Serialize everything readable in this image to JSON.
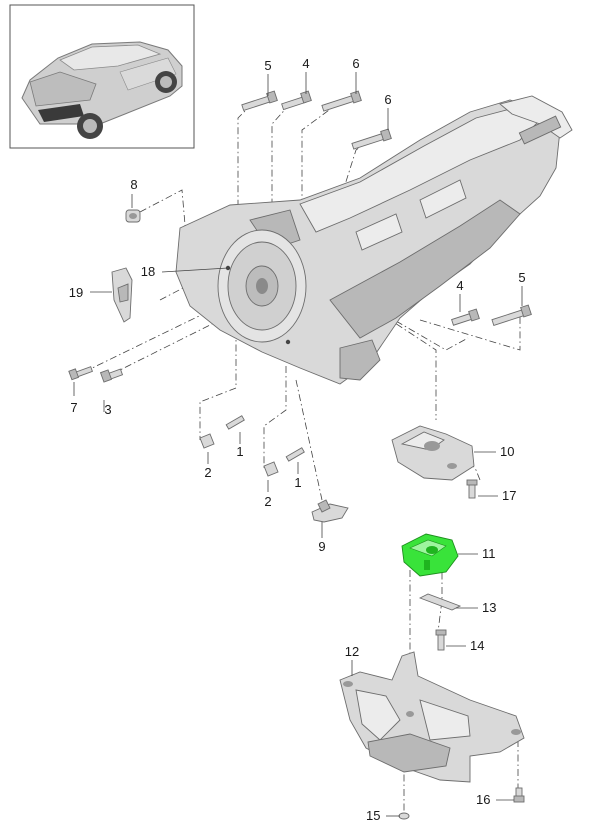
{
  "diagram": {
    "inset": {
      "icon": "car-suv-icon"
    },
    "callouts": [
      {
        "id": "c5a",
        "label": "5"
      },
      {
        "id": "c4a",
        "label": "4"
      },
      {
        "id": "c6a",
        "label": "6"
      },
      {
        "id": "c6b",
        "label": "6"
      },
      {
        "id": "c8",
        "label": "8"
      },
      {
        "id": "c18",
        "label": "18"
      },
      {
        "id": "c19",
        "label": "19"
      },
      {
        "id": "c7",
        "label": "7"
      },
      {
        "id": "c3",
        "label": "3"
      },
      {
        "id": "c2a",
        "label": "2"
      },
      {
        "id": "c1a",
        "label": "1"
      },
      {
        "id": "c2b",
        "label": "2"
      },
      {
        "id": "c1b",
        "label": "1"
      },
      {
        "id": "c9",
        "label": "9"
      },
      {
        "id": "c4b",
        "label": "4"
      },
      {
        "id": "c5b",
        "label": "5"
      },
      {
        "id": "c10",
        "label": "10"
      },
      {
        "id": "c17",
        "label": "17"
      },
      {
        "id": "c11",
        "label": "11"
      },
      {
        "id": "c13",
        "label": "13"
      },
      {
        "id": "c14",
        "label": "14"
      },
      {
        "id": "c12",
        "label": "12"
      },
      {
        "id": "c15",
        "label": "15"
      },
      {
        "id": "c16",
        "label": "16"
      }
    ],
    "highlight_color": "#39e33a",
    "highlighted_part": "11"
  }
}
